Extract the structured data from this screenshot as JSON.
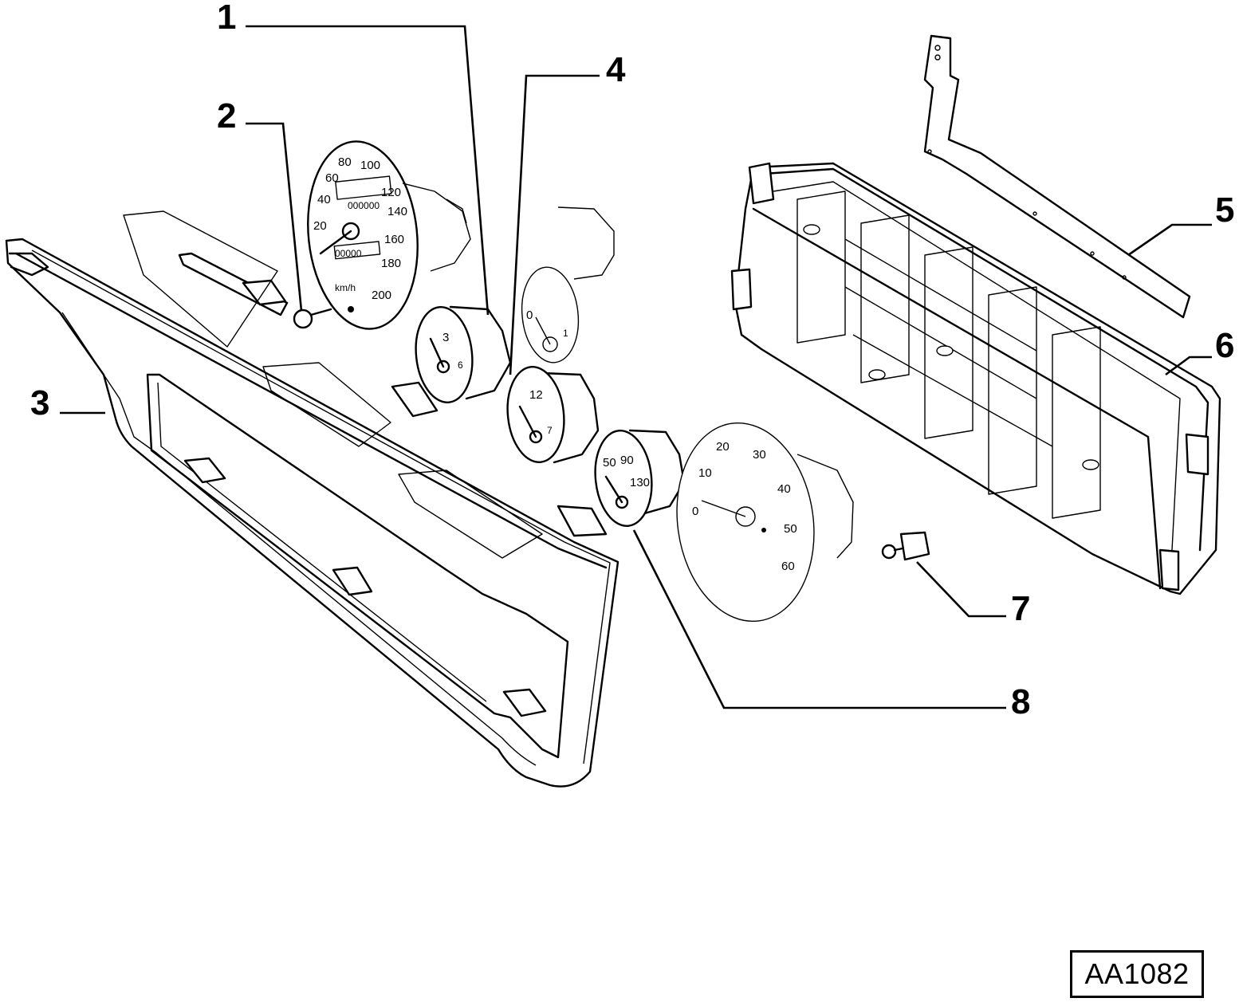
{
  "callouts": [
    {
      "id": "1",
      "label": "1"
    },
    {
      "id": "2",
      "label": "2"
    },
    {
      "id": "3",
      "label": "3"
    },
    {
      "id": "4",
      "label": "4"
    },
    {
      "id": "5",
      "label": "5"
    },
    {
      "id": "6",
      "label": "6"
    },
    {
      "id": "7",
      "label": "7"
    },
    {
      "id": "8",
      "label": "8"
    }
  ],
  "drawing_code": "AA1082",
  "speedometer": {
    "scale": [
      "20",
      "40",
      "60",
      "80",
      "100",
      "120",
      "140",
      "160",
      "180",
      "200"
    ],
    "unit": "km/h",
    "odometer": "000000",
    "trip": "00000"
  },
  "clock": {
    "marks": [
      "3",
      "6"
    ]
  },
  "fuel_gauge": {
    "marks": [
      "0",
      "1"
    ]
  },
  "voltmeter": {
    "marks": [
      "12",
      "7"
    ]
  },
  "temp_gauge": {
    "marks": [
      "50",
      "90",
      "130"
    ]
  },
  "tachometer": {
    "scale": [
      "0",
      "10",
      "20",
      "30",
      "40",
      "50",
      "60"
    ]
  }
}
